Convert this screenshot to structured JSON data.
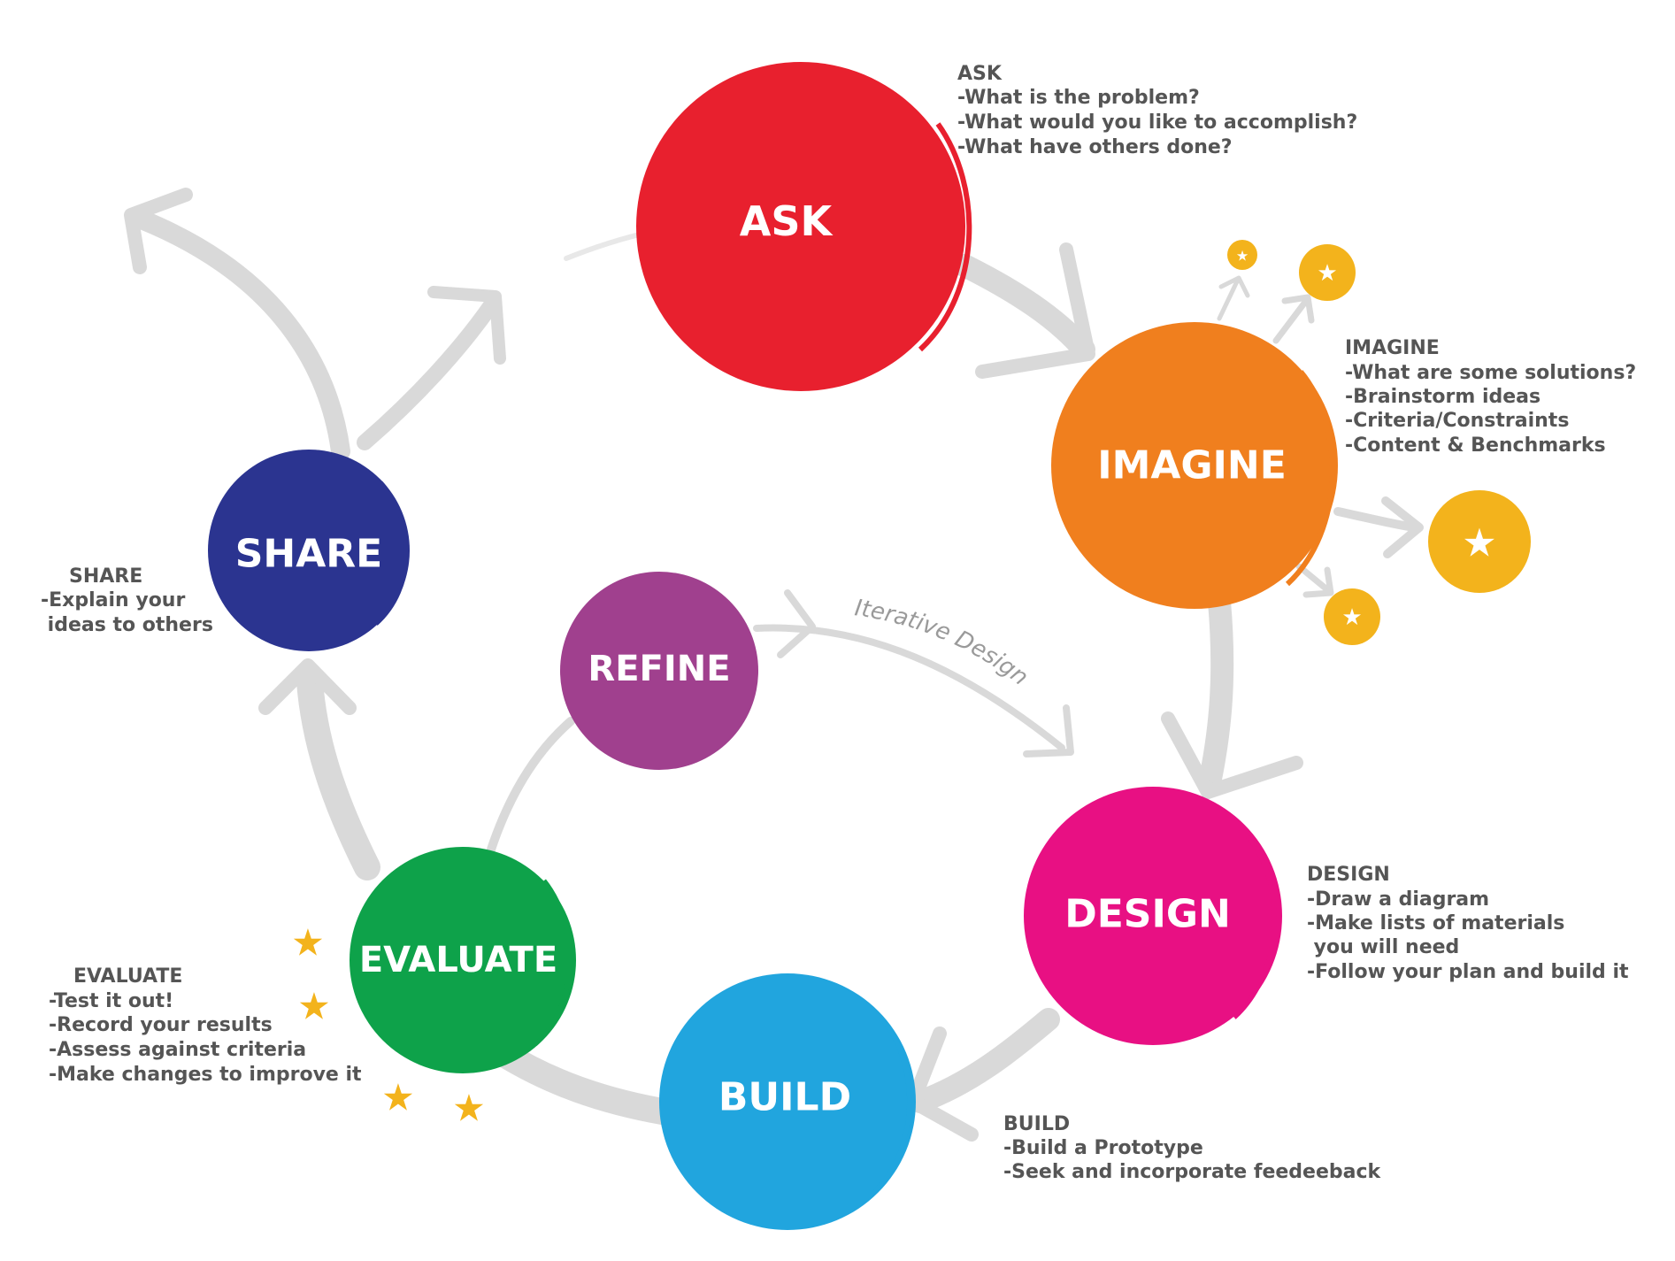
{
  "diagram": {
    "stages": [
      {
        "id": "ask",
        "label": "ASK",
        "color": "#e8202e"
      },
      {
        "id": "imagine",
        "label": "IMAGINE",
        "color": "#f07f1e"
      },
      {
        "id": "design",
        "label": "DESIGN",
        "color": "#e81083"
      },
      {
        "id": "build",
        "label": "BUILD",
        "color": "#21a5de"
      },
      {
        "id": "evaluate",
        "label": "EVALUATE",
        "color": "#0ea24a"
      },
      {
        "id": "share",
        "label": "SHARE",
        "color": "#2b3490"
      },
      {
        "id": "refine",
        "label": "REFINE",
        "color": "#a0408e"
      }
    ],
    "notes": {
      "ask": {
        "title": "ASK",
        "lines": [
          "-What is the problem?",
          "-What would you like to accomplish?",
          "-What have others done?"
        ]
      },
      "imagine": {
        "title": "IMAGINE",
        "lines": [
          "-What are some solutions?",
          "-Brainstorm ideas",
          "-Criteria/Constraints",
          "-Content & Benchmarks"
        ]
      },
      "design": {
        "title": "DESIGN",
        "lines": [
          "-Draw a diagram",
          "-Make lists of materials",
          " you will need",
          "-Follow your plan and build it"
        ]
      },
      "build": {
        "title": "BUILD",
        "lines": [
          "-Build a Prototype",
          "-Seek and incorporate feedeeback"
        ]
      },
      "evaluate": {
        "title": "EVALUATE",
        "lines": [
          "-Test it out!",
          "-Record your results",
          "-Assess against criteria",
          "-Make changes to improve it"
        ]
      },
      "share": {
        "title": "SHARE",
        "lines": [
          "-Explain your",
          " ideas to others"
        ]
      }
    },
    "iterative_label": "Iterative Design",
    "arrow_color": "#d9d9d9",
    "idea_color": "#f3b31c",
    "text_color": "#555555"
  }
}
